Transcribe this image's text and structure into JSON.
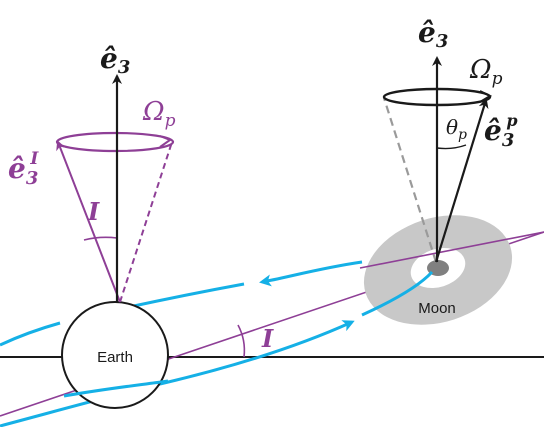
{
  "labels": {
    "e3_main": "ê",
    "e3_main_sub": "3",
    "e3_moon": "ê",
    "e3_moon_sub": "3",
    "omega_earth": "Ω",
    "omega_earth_sub": "p",
    "omega_moon": "Ω",
    "omega_moon_sub": "p",
    "e3_inertial": "ê",
    "e3_inertial_sub": "3",
    "e3_inertial_sup": "I",
    "e3_precess": "ê",
    "e3_precess_sub": "3",
    "e3_precess_sup": "p",
    "theta": "θ",
    "theta_sub": "p",
    "incl_cone": "I",
    "incl_orbit": "I",
    "earth": "Earth",
    "moon": "Moon"
  },
  "colors": {
    "black": "#1a1a1a",
    "purple": "#8e3f96",
    "cyan": "#15b0e6",
    "gray_disk": "#c8c8c8",
    "gray_dash": "#9a9a9a",
    "moon_core": "#808080"
  }
}
